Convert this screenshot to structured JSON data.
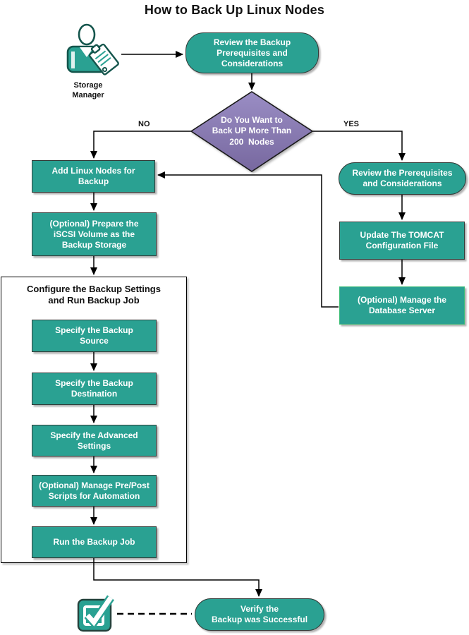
{
  "title": "How to Back Up Linux Nodes",
  "actor": {
    "label": "Storage\nManager"
  },
  "labels": {
    "no": "NO",
    "yes": "YES"
  },
  "colors": {
    "node_teal": "#2AA192",
    "node_border": "#333A37",
    "diamond_top": "#9A8DC4",
    "diamond_bottom": "#77689F",
    "green_border": "#3DBC78",
    "connector": "#000000"
  },
  "nodes": {
    "review_backup": "Review the Backup\nPrerequisites and\nConsiderations",
    "decision": "Do You Want to\nBack UP More Than\n200  Nodes",
    "add_linux": "Add Linux Nodes for\nBackup",
    "iscsi": "(Optional) Prepare the\niSCSI Volume as the\nBackup Storage",
    "group_title": "Configure the Backup Settings\nand Run Backup Job",
    "source": "Specify the Backup\nSource",
    "destination": "Specify the Backup\nDestination",
    "advanced": "Specify the Advanced\nSettings",
    "prepost": "(Optional) Manage Pre/Post\nScripts for Automation",
    "run": "Run the Backup Job",
    "review_prereq": "Review the Prerequisites\nand Considerations",
    "tomcat": "Update The TOMCAT\nConfiguration File",
    "managedb": "(Optional) Manage the\nDatabase Server",
    "verify": "Verify the\nBackup was Successful"
  }
}
